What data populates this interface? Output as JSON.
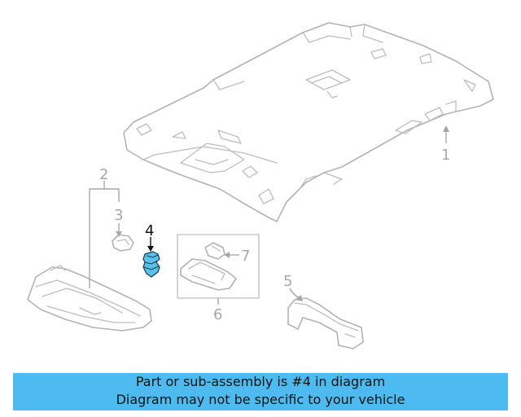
{
  "callouts": {
    "c1": "1",
    "c2": "2",
    "c3": "3",
    "c4": "4",
    "c5": "5",
    "c6": "6",
    "c7": "7"
  },
  "highlighted_part": "4",
  "colors": {
    "highlight_fill": "#57c3ea",
    "banner_background": "#4dbbf0",
    "line_gray": "#b3b3b3",
    "label_gray": "#a8a8a8"
  },
  "banner": {
    "line1": "Part or sub-assembly is #4 in diagram",
    "line2": "Diagram may not be specific to your vehicle"
  }
}
